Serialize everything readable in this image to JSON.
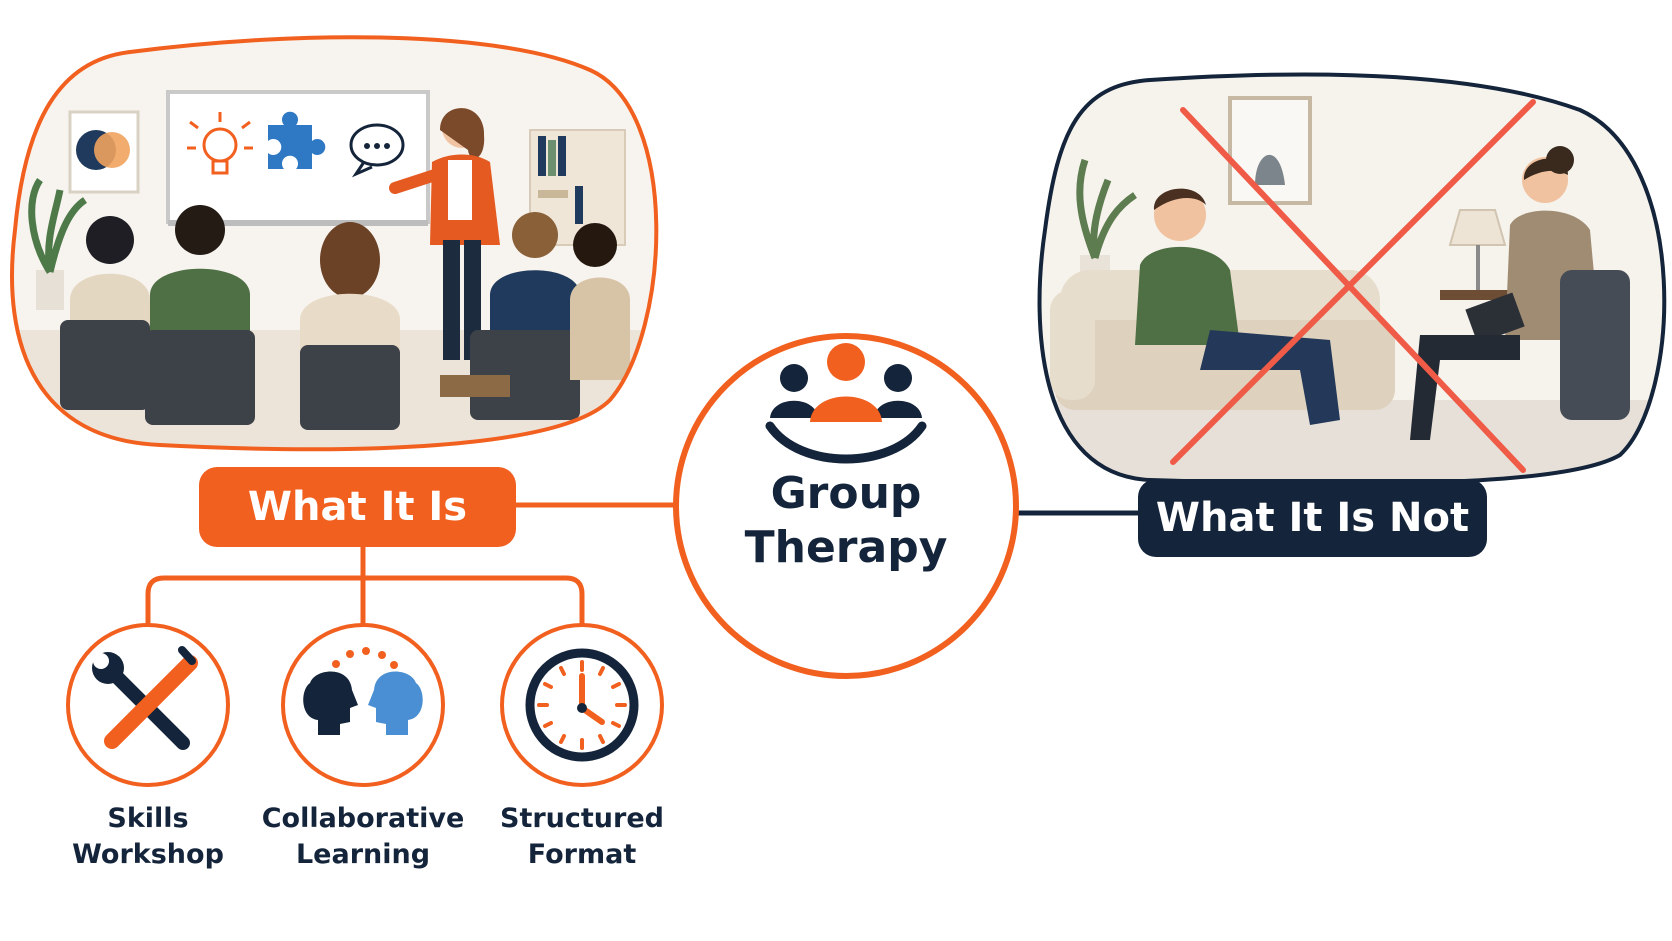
{
  "center": {
    "line1": "Group",
    "line2": "Therapy"
  },
  "is_label": "What It Is",
  "is_not_label": "What It Is Not",
  "features": [
    {
      "line1": "Skills",
      "line2": "Workshop",
      "icon": "tools-icon"
    },
    {
      "line1": "Collaborative",
      "line2": "Learning",
      "icon": "collaboration-icon"
    },
    {
      "line1": "Structured",
      "line2": "Format",
      "icon": "clock-icon"
    }
  ],
  "colors": {
    "accent": "#f2601f",
    "navy": "#14243a",
    "cross": "#ef5b47",
    "blue": "#2f78c4"
  }
}
